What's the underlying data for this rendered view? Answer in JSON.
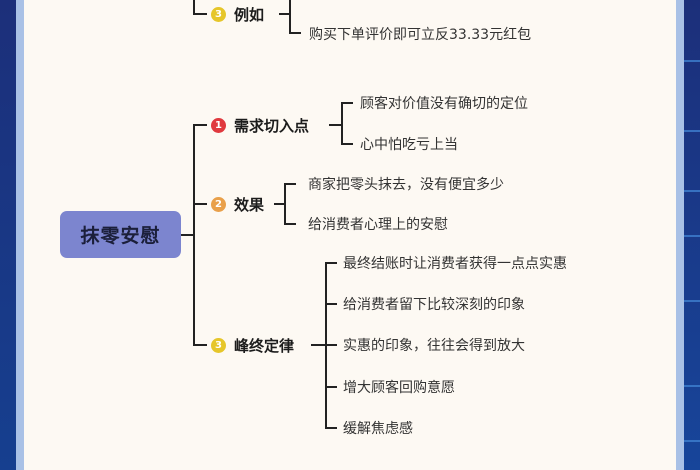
{
  "mindmap": {
    "root": {
      "label": "抹零安慰",
      "color": "#7c85cf"
    },
    "top_partial": {
      "number": "3",
      "badge_color": "#e6c62a",
      "label": "例如",
      "children": [
        "…",
        "购买下单评价即可立反33.33元红包"
      ]
    },
    "branches": [
      {
        "number": "1",
        "badge_color": "#e0393e",
        "label": "需求切入点",
        "children": [
          "顾客对价值没有确切的定位",
          "心中怕吃亏上当"
        ]
      },
      {
        "number": "2",
        "badge_color": "#e9a04a",
        "label": "效果",
        "children": [
          "商家把零头抹去，没有便宜多少",
          "给消费者心理上的安慰"
        ]
      },
      {
        "number": "3",
        "badge_color": "#e6c62a",
        "label": "峰终定律",
        "children": [
          "最终结账时让消费者获得一点点实惠",
          "给消费者留下比较深刻的印象",
          "实惠的印象，往往会得到放大",
          "增大顾客回购意愿",
          "缓解焦虑感"
        ]
      }
    ]
  }
}
